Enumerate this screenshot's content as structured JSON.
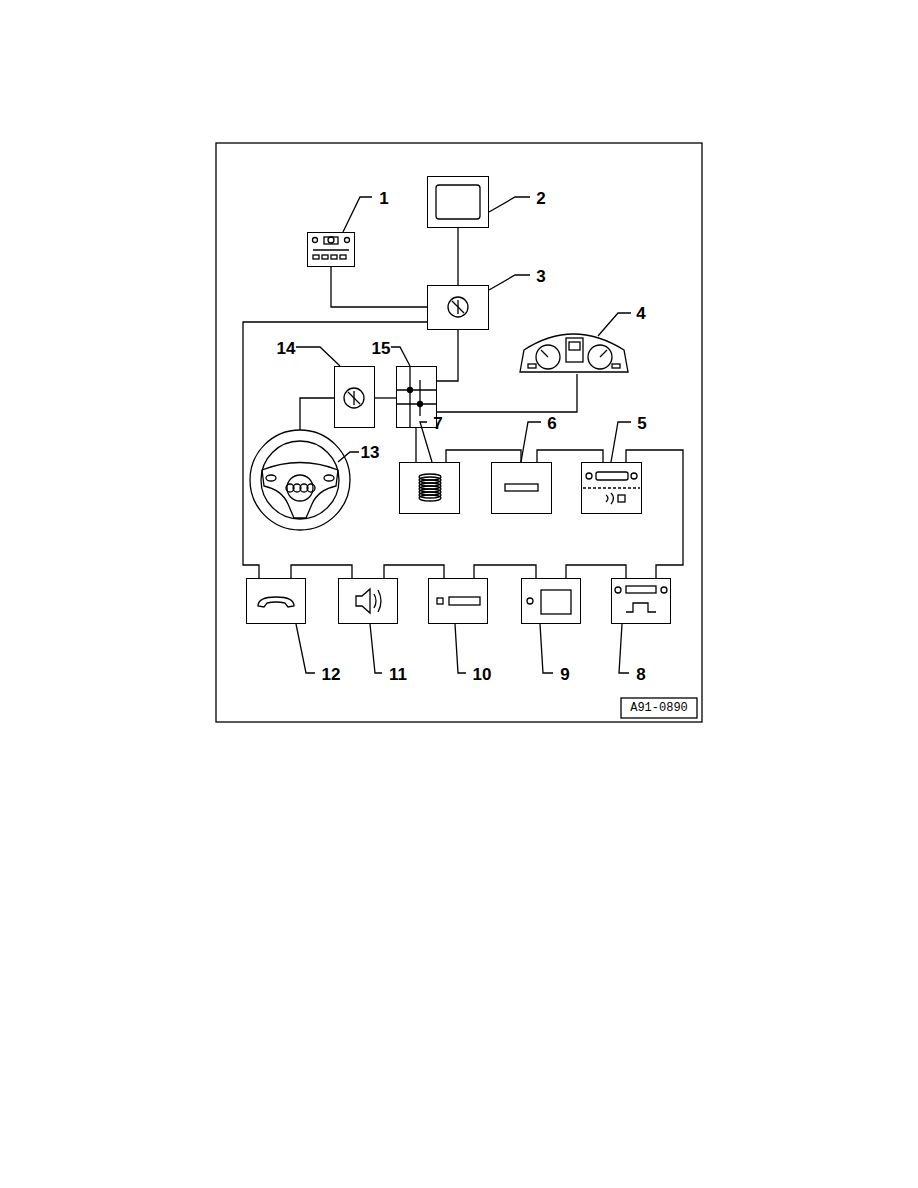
{
  "diagram": {
    "nodes": [
      {
        "text": [
          "1"
        ]
      },
      {
        "text": [
          "2"
        ]
      },
      {
        "text": [
          "3"
        ]
      },
      {
        "text": [
          "4"
        ]
      },
      {
        "text": [
          "5"
        ]
      },
      {
        "text": [
          "6"
        ]
      },
      {
        "text": [
          "7"
        ]
      },
      {
        "text": [
          "8"
        ]
      },
      {
        "text": [
          "9"
        ]
      },
      {
        "text": [
          "10"
        ]
      },
      {
        "text": [
          "11"
        ]
      },
      {
        "text": [
          "12"
        ]
      },
      {
        "text": [
          "13"
        ]
      },
      {
        "text": [
          "14"
        ]
      },
      {
        "text": [
          "15"
        ]
      }
    ],
    "edges": [
      {
        "from": 0,
        "to": 2,
        "arrow": "none"
      },
      {
        "from": 1,
        "to": 2,
        "arrow": "none"
      },
      {
        "from": 2,
        "to": 14,
        "arrow": "none"
      },
      {
        "from": 14,
        "to": 3,
        "arrow": "none"
      },
      {
        "from": 13,
        "to": 14,
        "arrow": "none"
      },
      {
        "from": 13,
        "to": 12,
        "arrow": "none"
      },
      {
        "from": 14,
        "to": 6,
        "arrow": "none"
      },
      {
        "from": 6,
        "to": 5,
        "arrow": "none"
      },
      {
        "from": 5,
        "to": 4,
        "arrow": "none"
      },
      {
        "from": 4,
        "to": 7,
        "arrow": "none"
      },
      {
        "from": 7,
        "to": 8,
        "arrow": "none"
      },
      {
        "from": 8,
        "to": 9,
        "arrow": "none"
      },
      {
        "from": 9,
        "to": 10,
        "arrow": "none"
      },
      {
        "from": 10,
        "to": 11,
        "arrow": "none"
      },
      {
        "from": 11,
        "to": 2,
        "arrow": "none"
      }
    ],
    "labels": [
      "A91-0890"
    ]
  }
}
